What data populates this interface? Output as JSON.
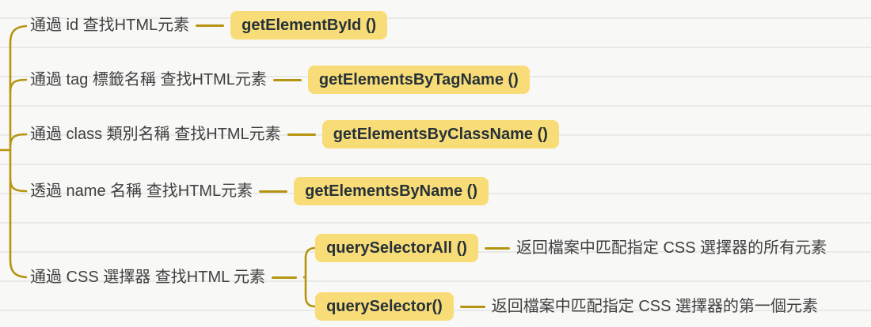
{
  "palette": {
    "canvas_background": "#f8f8f6",
    "ruled_line": "#c7c7c4",
    "connector": "#b5940f",
    "node_fill": "#f8dc78",
    "node_text": "#263238",
    "label_text": "#3f4040"
  },
  "tree": {
    "branches": [
      {
        "label": "通過 id 查找HTML元素",
        "method": "getElementById ()"
      },
      {
        "label": "通過 tag 標籤名稱 查找HTML元素",
        "method": "getElementsByTagName ()"
      },
      {
        "label": "通過 class 類別名稱 查找HTML元素",
        "method": "getElementsByClassName ()"
      },
      {
        "label": "透過 name 名稱 查找HTML元素",
        "method": "getElementsByName ()"
      },
      {
        "label": "通過 CSS 選擇器 查找HTML 元素",
        "children": [
          {
            "method": "querySelectorAll ()",
            "description": "返回檔案中匹配指定 CSS 選擇器的所有元素"
          },
          {
            "method": "querySelector()",
            "description": "返回檔案中匹配指定 CSS 選擇器的第一個元素"
          }
        ]
      }
    ]
  }
}
